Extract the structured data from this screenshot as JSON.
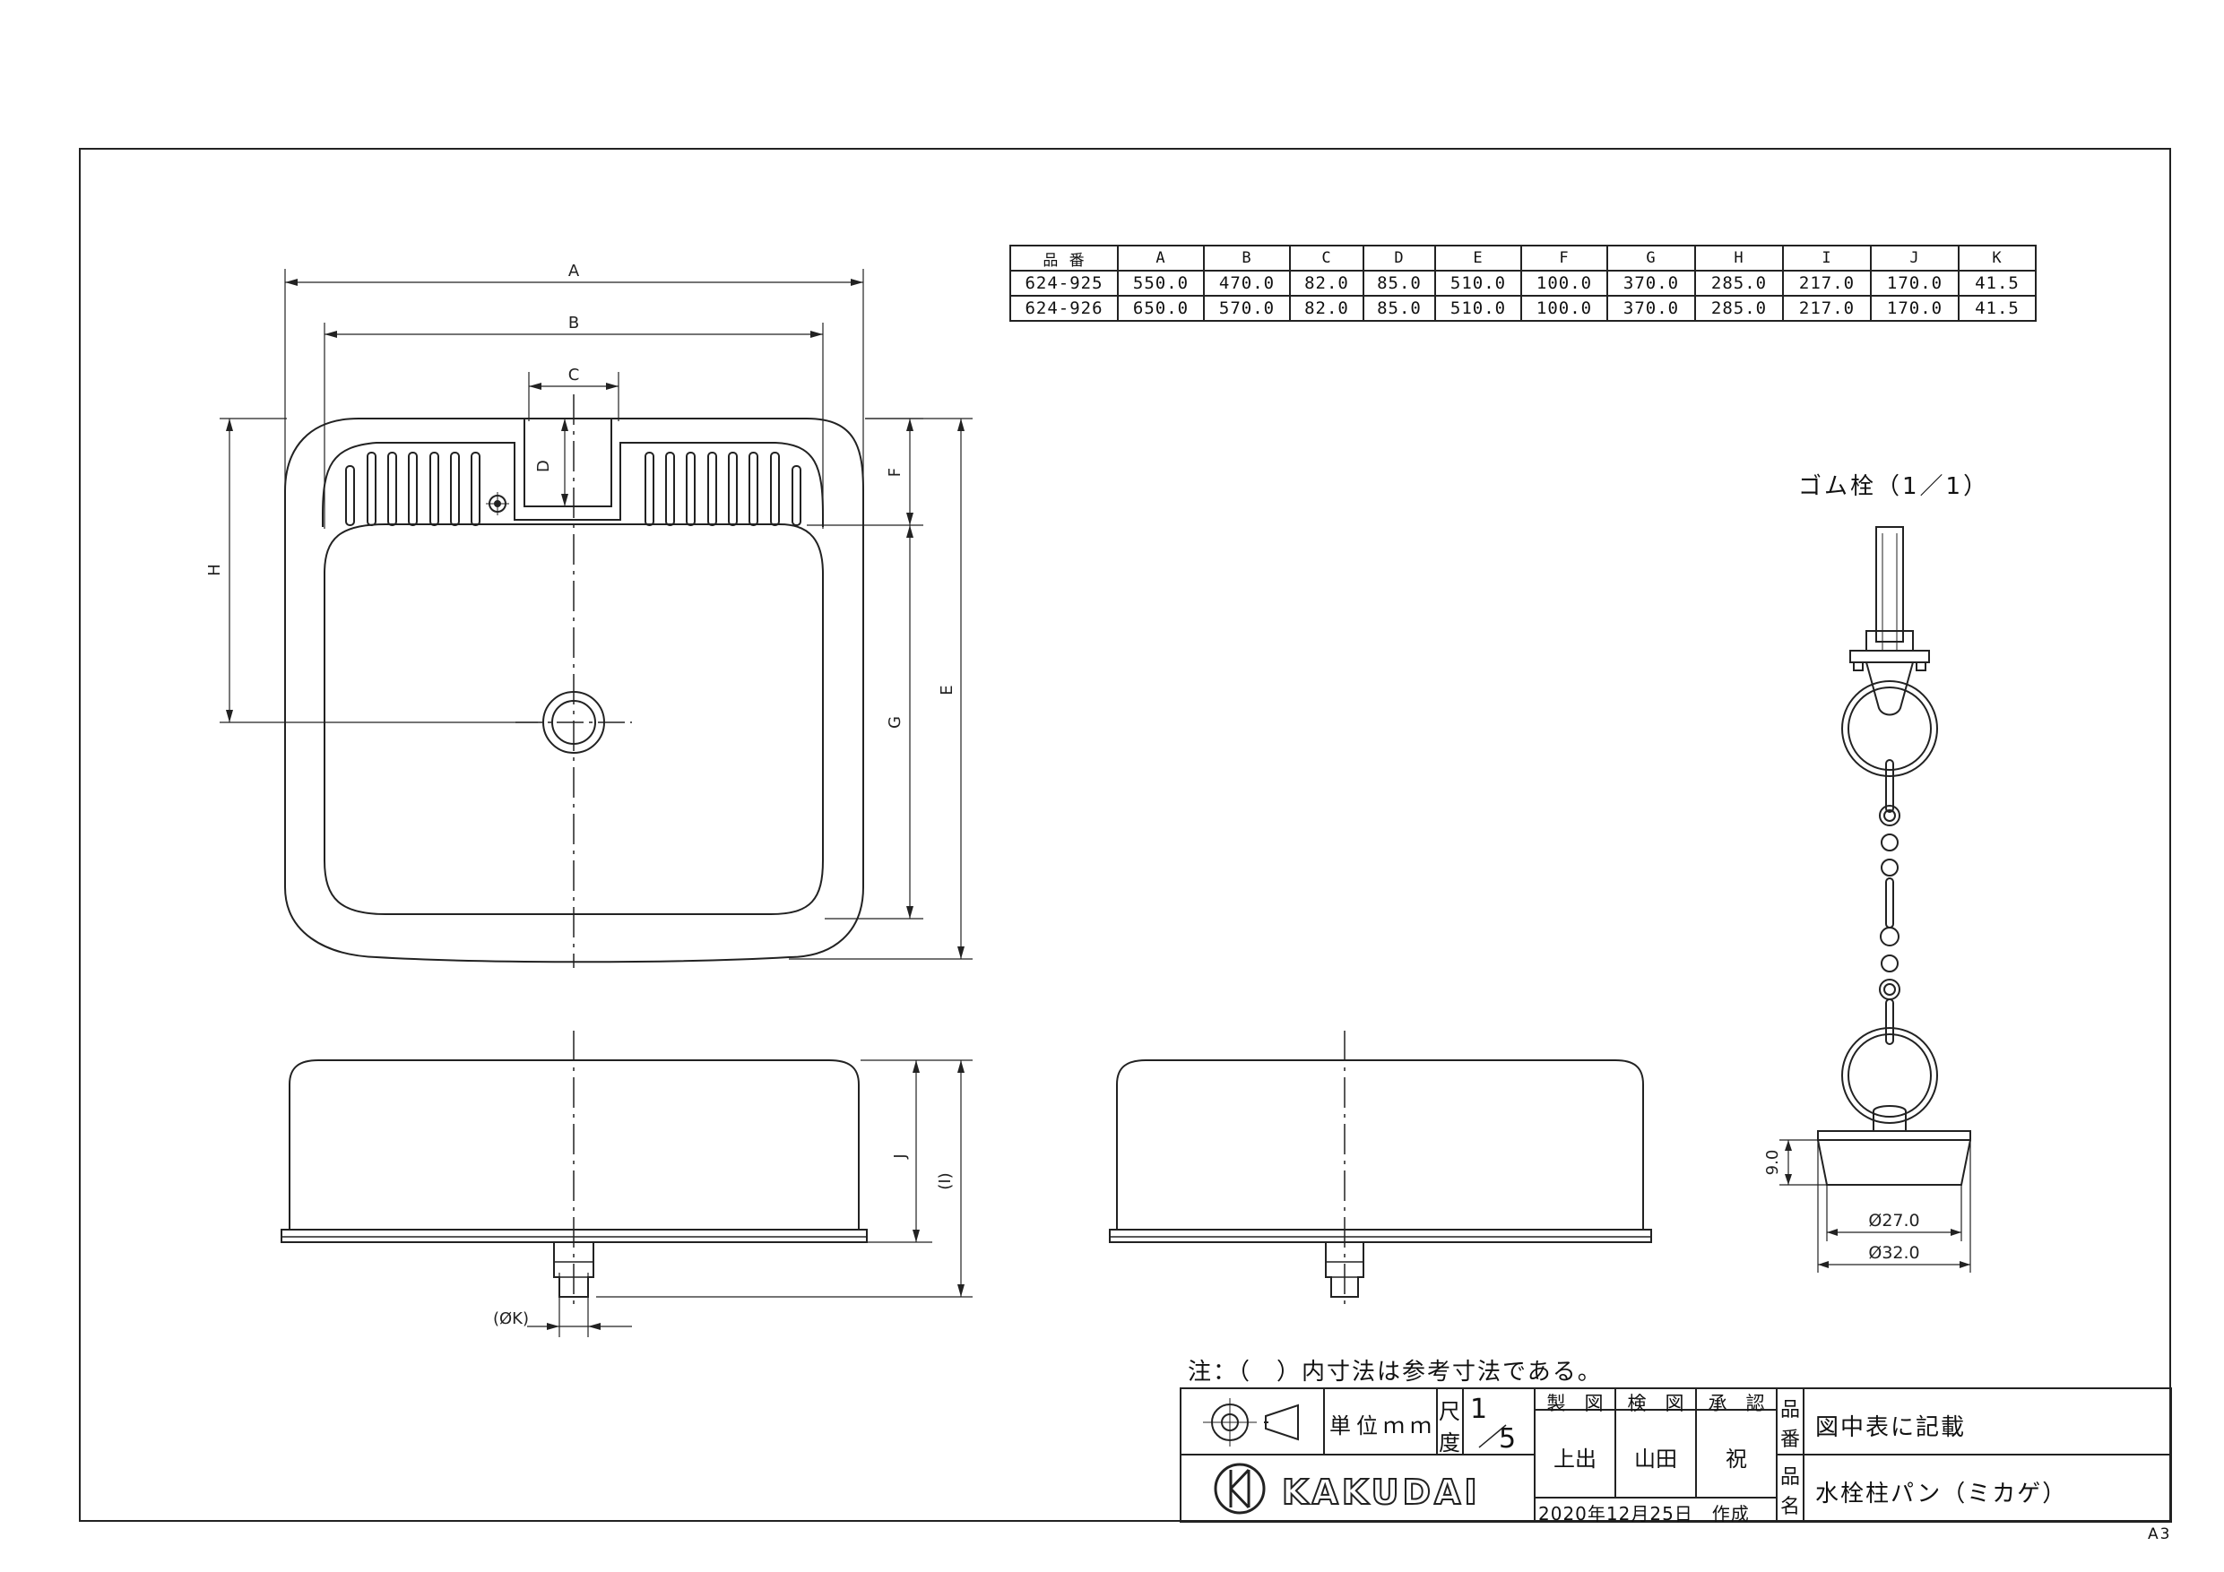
{
  "table": {
    "headers": [
      "品 番",
      "A",
      "B",
      "C",
      "D",
      "E",
      "F",
      "G",
      "H",
      "I",
      "J",
      "K"
    ],
    "rows": [
      [
        "624-925",
        "550.0",
        "470.0",
        "82.0",
        "85.0",
        "510.0",
        "100.0",
        "370.0",
        "285.0",
        "217.0",
        "170.0",
        "41.5"
      ],
      [
        "624-926",
        "650.0",
        "570.0",
        "82.0",
        "85.0",
        "510.0",
        "100.0",
        "370.0",
        "285.0",
        "217.0",
        "170.0",
        "41.5"
      ]
    ]
  },
  "dims": {
    "A": "A",
    "B": "B",
    "C": "C",
    "D": "D",
    "E": "E",
    "F": "F",
    "G": "G",
    "H": "H",
    "J": "J",
    "I": "(I)",
    "K": "(ØK)"
  },
  "rubber_plug": {
    "title": "ゴム栓（1／1）",
    "height": "9.0",
    "d1": "Ø27.0",
    "d2": "Ø32.0"
  },
  "note": "注：（　）内寸法は参考寸法である。",
  "title_block": {
    "unit": "単位ｍｍ",
    "scale_label_1": "尺",
    "scale_label_2": "度",
    "scale_num": "1",
    "scale_den": "5",
    "made": "製　図",
    "checked": "検　図",
    "approved": "承　認",
    "made_by": "上出",
    "checked_by": "山田",
    "approved_by": "祝",
    "date": "2020年12月25日　作成",
    "number_label_1": "品",
    "number_label_2": "番",
    "number_value": "図中表に記載",
    "name_label_1": "品",
    "name_label_2": "名",
    "name_value": "水栓柱パン（ミカゲ）",
    "logo": "KAKUDAI"
  },
  "sheet_size": "A3"
}
